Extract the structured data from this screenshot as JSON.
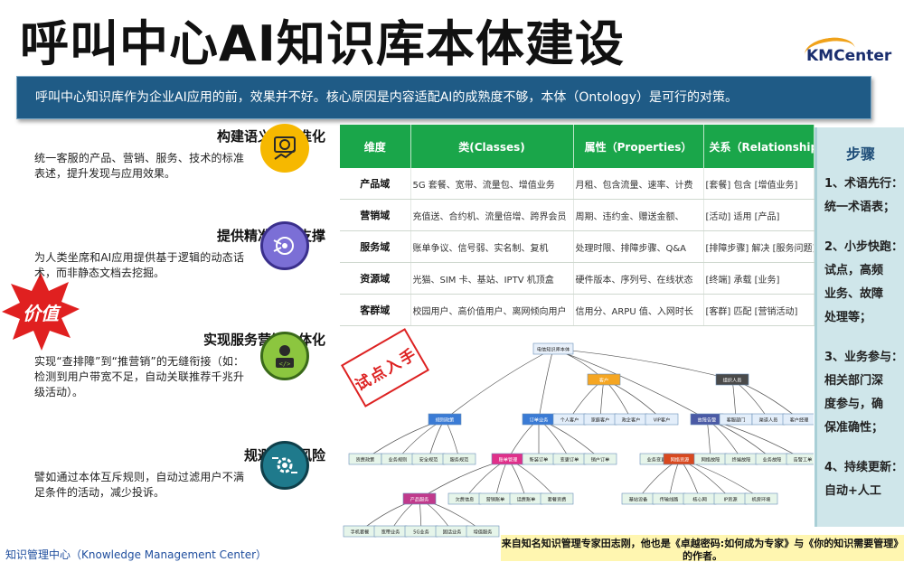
{
  "title": "呼叫中心AI知识库本体建设",
  "logo": {
    "text": "KMCenter",
    "accent": "#f0a21a",
    "brand": "#1a2e6e"
  },
  "banner": "呼叫中心知识库作为企业AI应用的前，效果并不好。核心原因是内容适配AI的成熟度不够，本体（Ontology）是可行的对策。",
  "badge": "价值",
  "values": [
    {
      "title": "构建语义的标准化",
      "desc": "统一客服的产品、营销、服务、技术的标准表述，提升发现与应用效果。",
      "icon": "money-growth-icon",
      "color": "#f6b800"
    },
    {
      "title": "提供精准话术支撑",
      "desc": "为人类坐席和AI应用提供基于逻辑的动态话术，而非静态文档去挖掘。",
      "icon": "ai-brain-icon",
      "color": "#7b6fd6"
    },
    {
      "title": "实现服务营销一体化",
      "desc": "实现“查排障”到“推营销”的无缝衔接（如：检测到用户带宽不足，自动关联推荐千兆升级活动）。",
      "icon": "developer-icon",
      "color": "#8cc63f"
    },
    {
      "title": "规避合规风险",
      "desc": "譬如通过本体互斥规则，自动过滤用户不满足条件的活动，减少投诉。",
      "icon": "process-gear-icon",
      "color": "#1f7a8c"
    }
  ],
  "table": {
    "headers": [
      "维度",
      "类(Classes)",
      "属性（Properties）",
      "关系（Relationships）"
    ],
    "rows": [
      [
        "产品域",
        "5G 套餐、宽带、流量包、增值业务",
        "月租、包含流量、速率、计费",
        "[套餐] 包含 [增值业务]"
      ],
      [
        "营销域",
        "充值送、合约机、流量倍增、跨界会员",
        "周期、违约金、赠送金额、",
        "[活动] 适用 [产品]"
      ],
      [
        "服务域",
        "账单争议、信号弱、实名制、复机",
        "处理时限、排障步骤、Q&A",
        "[排障步骤] 解决 [服务问题]"
      ],
      [
        "资源域",
        "光猫、SIM 卡、基站、IPTV 机顶盒",
        "硬件版本、序列号、在线状态",
        "[终端] 承载 [业务]"
      ],
      [
        "客群域",
        "校园用户、高价值用户、离网倾向用户",
        "信用分、ARPU 值、入网时长",
        "[客群] 匹配 [营销活动]"
      ]
    ]
  },
  "steps": {
    "title": "步骤",
    "items": [
      "1、术语先行：\n统一术语表；",
      "2、小步快跑：\n试点，高频\n业务、故障\n处理等；",
      "3、业务参与：\n相关部门深\n度参与，确\n保准确性；",
      "4、持续更新：\n自动+人工"
    ]
  },
  "stamp": "试点入手",
  "graph": {
    "root": "电信知识库本体",
    "nodes": [
      "客户",
      "组织人员",
      "规则政策",
      "订单业务",
      "个人客户",
      "家庭客户",
      "政企客户",
      "VIP客户",
      "故障告警",
      "客服部门",
      "渠道人员",
      "客户经理",
      "资费政策",
      "业务规则",
      "安全规范",
      "服务规范",
      "账单管理",
      "新装订单",
      "变更订单",
      "销户订单",
      "业务变更",
      "网络资源",
      "网络故障",
      "终端故障",
      "业务故障",
      "告警工单",
      "产品服务",
      "欠费信息",
      "营销账单",
      "话费账单",
      "套餐资费",
      "基站设备",
      "传输线路",
      "核心网",
      "IP资源",
      "机房环境",
      "手机套餐",
      "宽带业务",
      "5G业务",
      "固话业务",
      "增值服务"
    ]
  },
  "quote": "来自知名知识管理专家田志刚，他也是《卓越密码:如何成为专家》与《你的知识需要管理》的作者。",
  "footer": "知识管理中心（Knowledge  Management  Center）"
}
